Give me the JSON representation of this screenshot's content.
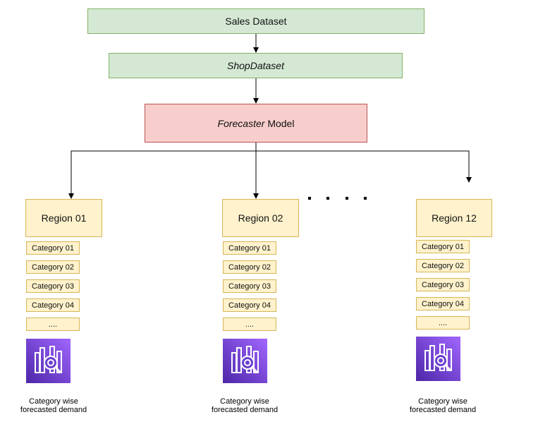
{
  "nodes": {
    "sales_dataset": "Sales Dataset",
    "shop_dataset": "ShopDataset",
    "forecaster_em": "Forecaster",
    "forecaster_rest": " Model"
  },
  "regions": [
    {
      "name": "Region 01",
      "categories": [
        "Category 01",
        "Category 02",
        "Category 03",
        "Category 04",
        "...."
      ],
      "caption": [
        "Category wise",
        "forecasted demand"
      ]
    },
    {
      "name": "Region 02",
      "categories": [
        "Category 01",
        "Category 02",
        "Category 03",
        "Category 04",
        "...."
      ],
      "caption": [
        "Category wise",
        "forecasted demand"
      ]
    },
    {
      "name": "Region 12",
      "categories": [
        "Category 01",
        "Category 02",
        "Category 03",
        "Category 04",
        "...."
      ],
      "caption": [
        "Category wise",
        "forecasted demand"
      ]
    }
  ],
  "icon_name": "forecast-analytics-icon",
  "colors": {
    "green_fill": "#d5e8d4",
    "red_fill": "#f8cecc",
    "yellow_fill": "#fff2cc",
    "icon_gradient": [
      "#4d27a8",
      "#a166ff"
    ]
  }
}
